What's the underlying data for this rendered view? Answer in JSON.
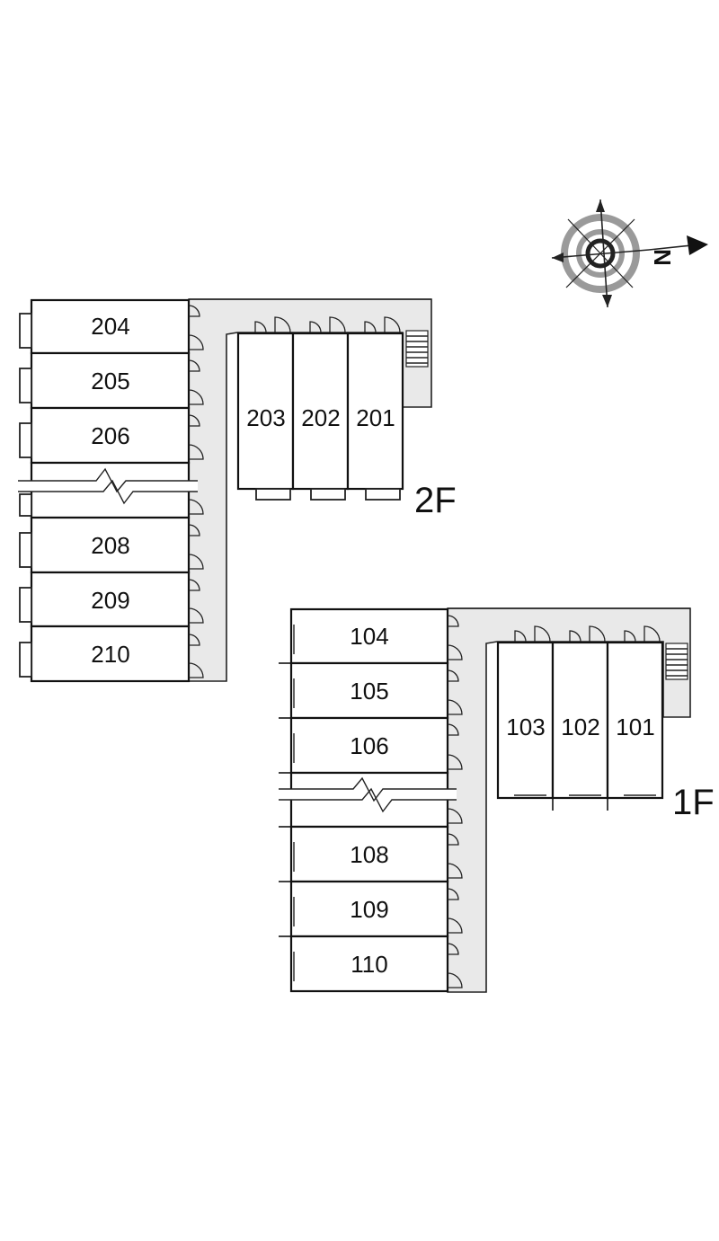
{
  "compass": {
    "label": "N"
  },
  "floors": [
    {
      "id": "2F",
      "label": "2F",
      "wing_rooms": [
        "204",
        "205",
        "206",
        "208",
        "209",
        "210"
      ],
      "block_rooms": [
        "203",
        "202",
        "201"
      ]
    },
    {
      "id": "1F",
      "label": "1F",
      "wing_rooms": [
        "104",
        "105",
        "106",
        "108",
        "109",
        "110"
      ],
      "block_rooms": [
        "103",
        "102",
        "101"
      ]
    }
  ],
  "colors": {
    "corridor": "#e9e9e9",
    "line": "#111111",
    "compass_ring": "#9a9a9a"
  }
}
